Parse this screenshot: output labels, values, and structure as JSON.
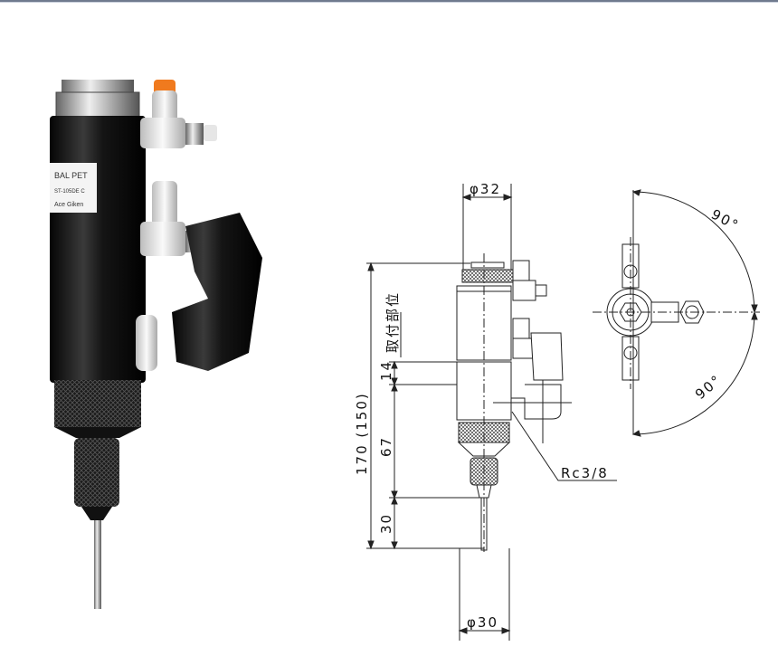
{
  "photo": {
    "label_line1": "BAL PET",
    "label_line2": "ST-105DE C",
    "label_line3": "Ace Giken"
  },
  "drawing": {
    "dia_top": "φ32",
    "dia_bottom": "φ30",
    "total_length": "170 (150)",
    "mount_label": "取付部位",
    "dim_14": "14",
    "dim_67": "67",
    "dim_30": "30",
    "port_thread": "Rc3/8",
    "angle_upper": "90°",
    "angle_lower": "90°"
  },
  "colors": {
    "body": "#111111",
    "fitting": "#e8e8e8",
    "accent": "#f07a1e",
    "line": "#222222"
  }
}
